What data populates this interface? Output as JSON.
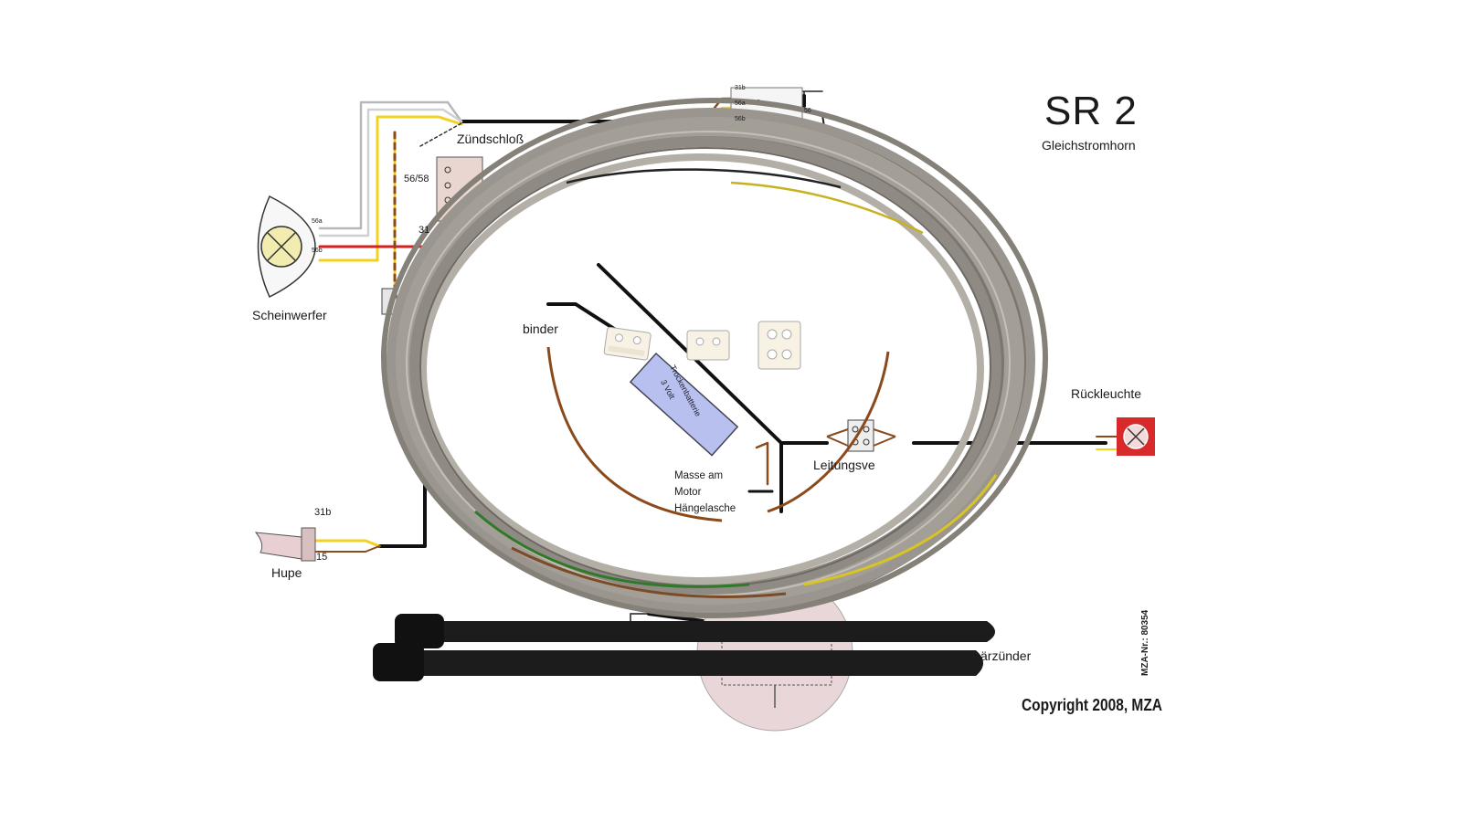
{
  "diagram": {
    "title": "SR 2",
    "subtitle": "Gleichstromhorn",
    "copyright": "Copyright 2008, MZA",
    "part_number": "MZA-Nr.: 80354",
    "components": {
      "ignition_switch": "Zündschloß",
      "headlight": "Scheinwerfer",
      "horn": "Hupe",
      "tail_light": "Rückleuchte",
      "connector": "Leitungsve",
      "connector_left": "binder",
      "ground": "Masse am Motor Hängelasche",
      "ground_l1": "Masse am",
      "ground_l2": "Motor",
      "ground_l3": "Hängelasche",
      "magneto": "ärzünder",
      "battery_l1": "Trockenbatterie",
      "battery_l2": "3 Volt"
    },
    "terminals": {
      "t_56_58": "56/58",
      "t_31": "31",
      "t_56a": "56a",
      "t_56b": "56b",
      "t_31b": "31b",
      "t_15": "15",
      "t_56": "56",
      "sw_31b": "31b",
      "sw_56a": "56a",
      "sw_56b": "56b"
    }
  },
  "colors": {
    "wire_black": "#111111",
    "wire_yellow": "#f2d21e",
    "wire_red": "#d42020",
    "wire_brown": "#8a4a1c",
    "wire_grey": "#c8c8c8",
    "cable_grey": "#8f8b84",
    "tail_light_red": "#d82a2a",
    "battery_blue": "#b8c0f0",
    "magneto_pink": "#e8d6d8"
  }
}
